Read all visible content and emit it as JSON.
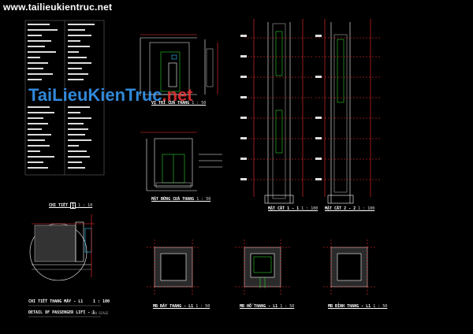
{
  "watermark": {
    "site": "www.tailieukientruc.net",
    "logo_main": "TaiLieuKienTruc",
    "logo_suffix": ".net"
  },
  "colors": {
    "background": "#000000",
    "line_white": "#ffffff",
    "line_red": "#ff3030",
    "line_green": "#30d030",
    "line_cyan": "#30c8ff",
    "line_yellow": "#f0e040",
    "line_magenta": "#e040e0",
    "accent_blue": "#3aa0ff"
  },
  "views": {
    "door_plan": {
      "title": "VỊ TRÍ CỬA THANG",
      "scale": "1 : 50"
    },
    "door_elev": {
      "title": "MẶT ĐỨNG CỬA THANG",
      "scale": "1 : 50"
    },
    "section_1": {
      "title": "MẶT CẮT 1 - 1",
      "scale": "1 : 100"
    },
    "section_2": {
      "title": "MẶT CẮT 2 - 2",
      "scale": "1 : 100"
    },
    "detail": {
      "title": "CHI TIẾT",
      "tag": "1",
      "scale": "1 : 10"
    },
    "pit_plan": {
      "title": "MB ĐÁY THANG - L1",
      "scale": "1 : 50"
    },
    "shaft_plan": {
      "title": "MB HỐ THANG - L1",
      "scale": "1 : 50"
    },
    "top_plan": {
      "title": "MB ĐỈNH THANG - L1",
      "scale": "1 : 50"
    }
  },
  "legend": {
    "title_vn": "CHI TIẾT THANG MÁY - L1",
    "title_en": "DETAIL OF PASSENGER LIFT - 1",
    "scale": "1 : 100",
    "scale_note": "1 : 100 SCALE"
  }
}
